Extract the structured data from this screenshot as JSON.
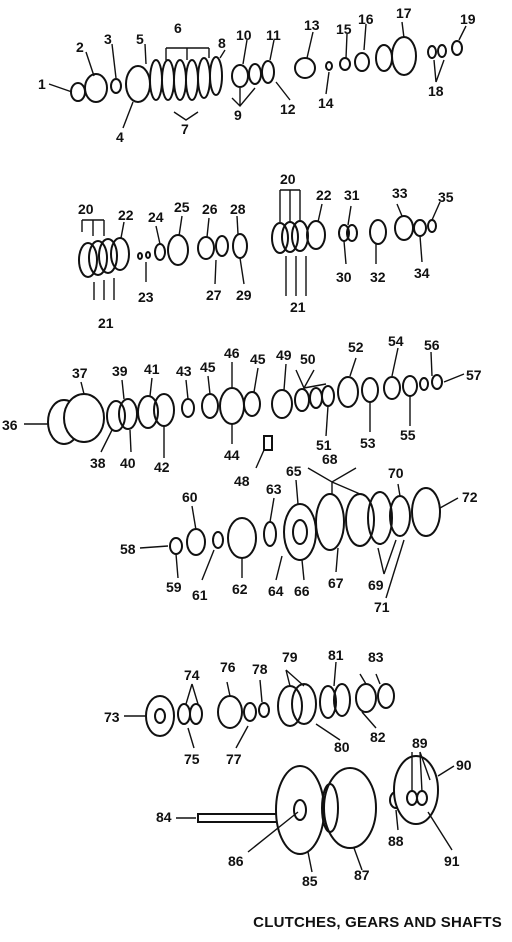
{
  "caption": "CLUTCHES, GEARS AND SHAFTS",
  "callouts": {
    "n1": "1",
    "n2": "2",
    "n3": "3",
    "n4": "4",
    "n5": "5",
    "n6": "6",
    "n7": "7",
    "n8": "8",
    "n9": "9",
    "n10": "10",
    "n11": "11",
    "n12": "12",
    "n13": "13",
    "n14": "14",
    "n15": "15",
    "n16": "16",
    "n17": "17",
    "n18": "18",
    "n19": "19",
    "n20a": "20",
    "n20b": "20",
    "n21a": "21",
    "n21b": "21",
    "n22a": "22",
    "n22b": "22",
    "n23": "23",
    "n24": "24",
    "n25": "25",
    "n26": "26",
    "n27": "27",
    "n28": "28",
    "n29": "29",
    "n30": "30",
    "n31": "31",
    "n32": "32",
    "n33": "33",
    "n34": "34",
    "n35": "35",
    "n36": "36",
    "n37": "37",
    "n38": "38",
    "n39": "39",
    "n40": "40",
    "n41": "41",
    "n42": "42",
    "n43": "43",
    "n44": "44",
    "n45a": "45",
    "n45b": "45",
    "n46": "46",
    "n48": "48",
    "n49": "49",
    "n50": "50",
    "n51": "51",
    "n52": "52",
    "n53": "53",
    "n54": "54",
    "n55": "55",
    "n56": "56",
    "n57": "57",
    "n58": "58",
    "n59": "59",
    "n60": "60",
    "n61": "61",
    "n62": "62",
    "n63": "63",
    "n64": "64",
    "n65": "65",
    "n66": "66",
    "n67": "67",
    "n68": "68",
    "n69": "69",
    "n70": "70",
    "n71": "71",
    "n72": "72",
    "n73": "73",
    "n74": "74",
    "n75": "75",
    "n76": "76",
    "n77": "77",
    "n78": "78",
    "n79": "79",
    "n80": "80",
    "n81": "81",
    "n82": "82",
    "n83": "83",
    "n84": "84",
    "n85": "85",
    "n86": "86",
    "n87": "87",
    "n88": "88",
    "n89": "89",
    "n90": "90",
    "n91": "91"
  }
}
